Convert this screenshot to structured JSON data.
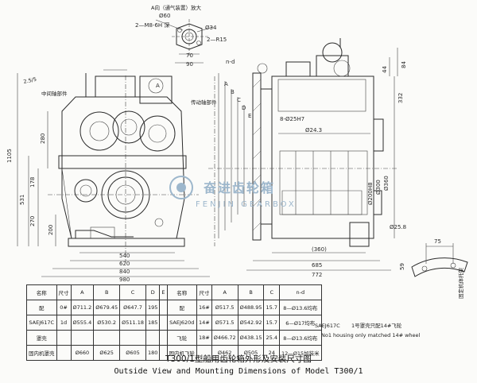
{
  "handwriting": "2.5/5",
  "top_detail": {
    "section_label": "A向（通气装置）放大",
    "dim_phi60": "Ø60",
    "dim_phi34": "Ø34",
    "dim_holes": "2—M8-6H 深",
    "dim_r15": "2—R15",
    "dim_70": "70",
    "dim_90": "90"
  },
  "front_view": {
    "label_intermediate": "中间轴部件",
    "label_drive": "传动轴部件",
    "dims_vertical": [
      "1105",
      "531",
      "178",
      "280",
      "270",
      "200"
    ],
    "dims_horizontal": [
      "540",
      "620",
      "840",
      "980"
    ],
    "letter_a": "A"
  },
  "side_view": {
    "dims": [
      "8-Ø25H7",
      "Ø24.3",
      "Ø200H8",
      "Ø300",
      "Ø360",
      "Ø25.8",
      "n-d",
      "(360)",
      "685",
      "772",
      "332",
      "44",
      "84",
      "59"
    ],
    "letters": [
      "A",
      "B",
      "C",
      "D",
      "E"
    ]
  },
  "flywheel": {
    "dim_75": "75",
    "dim_59": "59",
    "label": "固定机体托架"
  },
  "table": {
    "rows": [
      [
        "名称",
        "尺寸",
        "A",
        "B",
        "C",
        "D",
        "E",
        "名称",
        "尺寸",
        "A",
        "B",
        "C",
        "n-d"
      ],
      [
        "配",
        "0#",
        "Ø711.2",
        "Ø679.45",
        "Ø647.7",
        "195",
        "",
        "配",
        "16#",
        "Ø517.5",
        "Ø488.95",
        "15.7",
        "8—Ø13.6均布"
      ],
      [
        "SAEJ617C",
        "1d",
        "Ø555.4",
        "Ø530.2",
        "Ø511.18",
        "185",
        "",
        "SAEJ620d",
        "14#",
        "Ø571.5",
        "Ø542.92",
        "15.7",
        "6—Ø17均布"
      ],
      [
        "罩壳",
        "",
        "",
        "",
        "",
        "",
        "",
        "飞轮",
        "18#",
        "Ø466.72",
        "Ø438.15",
        "25.4",
        "8—Ø13.6均布"
      ],
      [
        "固内机罩壳",
        "",
        "Ø660",
        "Ø625",
        "Ø605",
        "180",
        "",
        "固内机飞轮",
        "",
        "Ø462",
        "Ø505",
        "24",
        "12—Ø15加装米"
      ]
    ]
  },
  "right_note": {
    "code": "SAEJ617C",
    "cn": "1号罩壳只配14#飞轮",
    "en": "No1 housing only matched 14# wheel"
  },
  "watermark": {
    "cn": "奋进齿轮箱",
    "en": "FENJIN GEARBOX"
  },
  "caption": {
    "cn": "T300/1型船用齿轮箱外形及安装尺寸图",
    "en": "Outside View and Mounting Dimensions of Model T300/1"
  }
}
